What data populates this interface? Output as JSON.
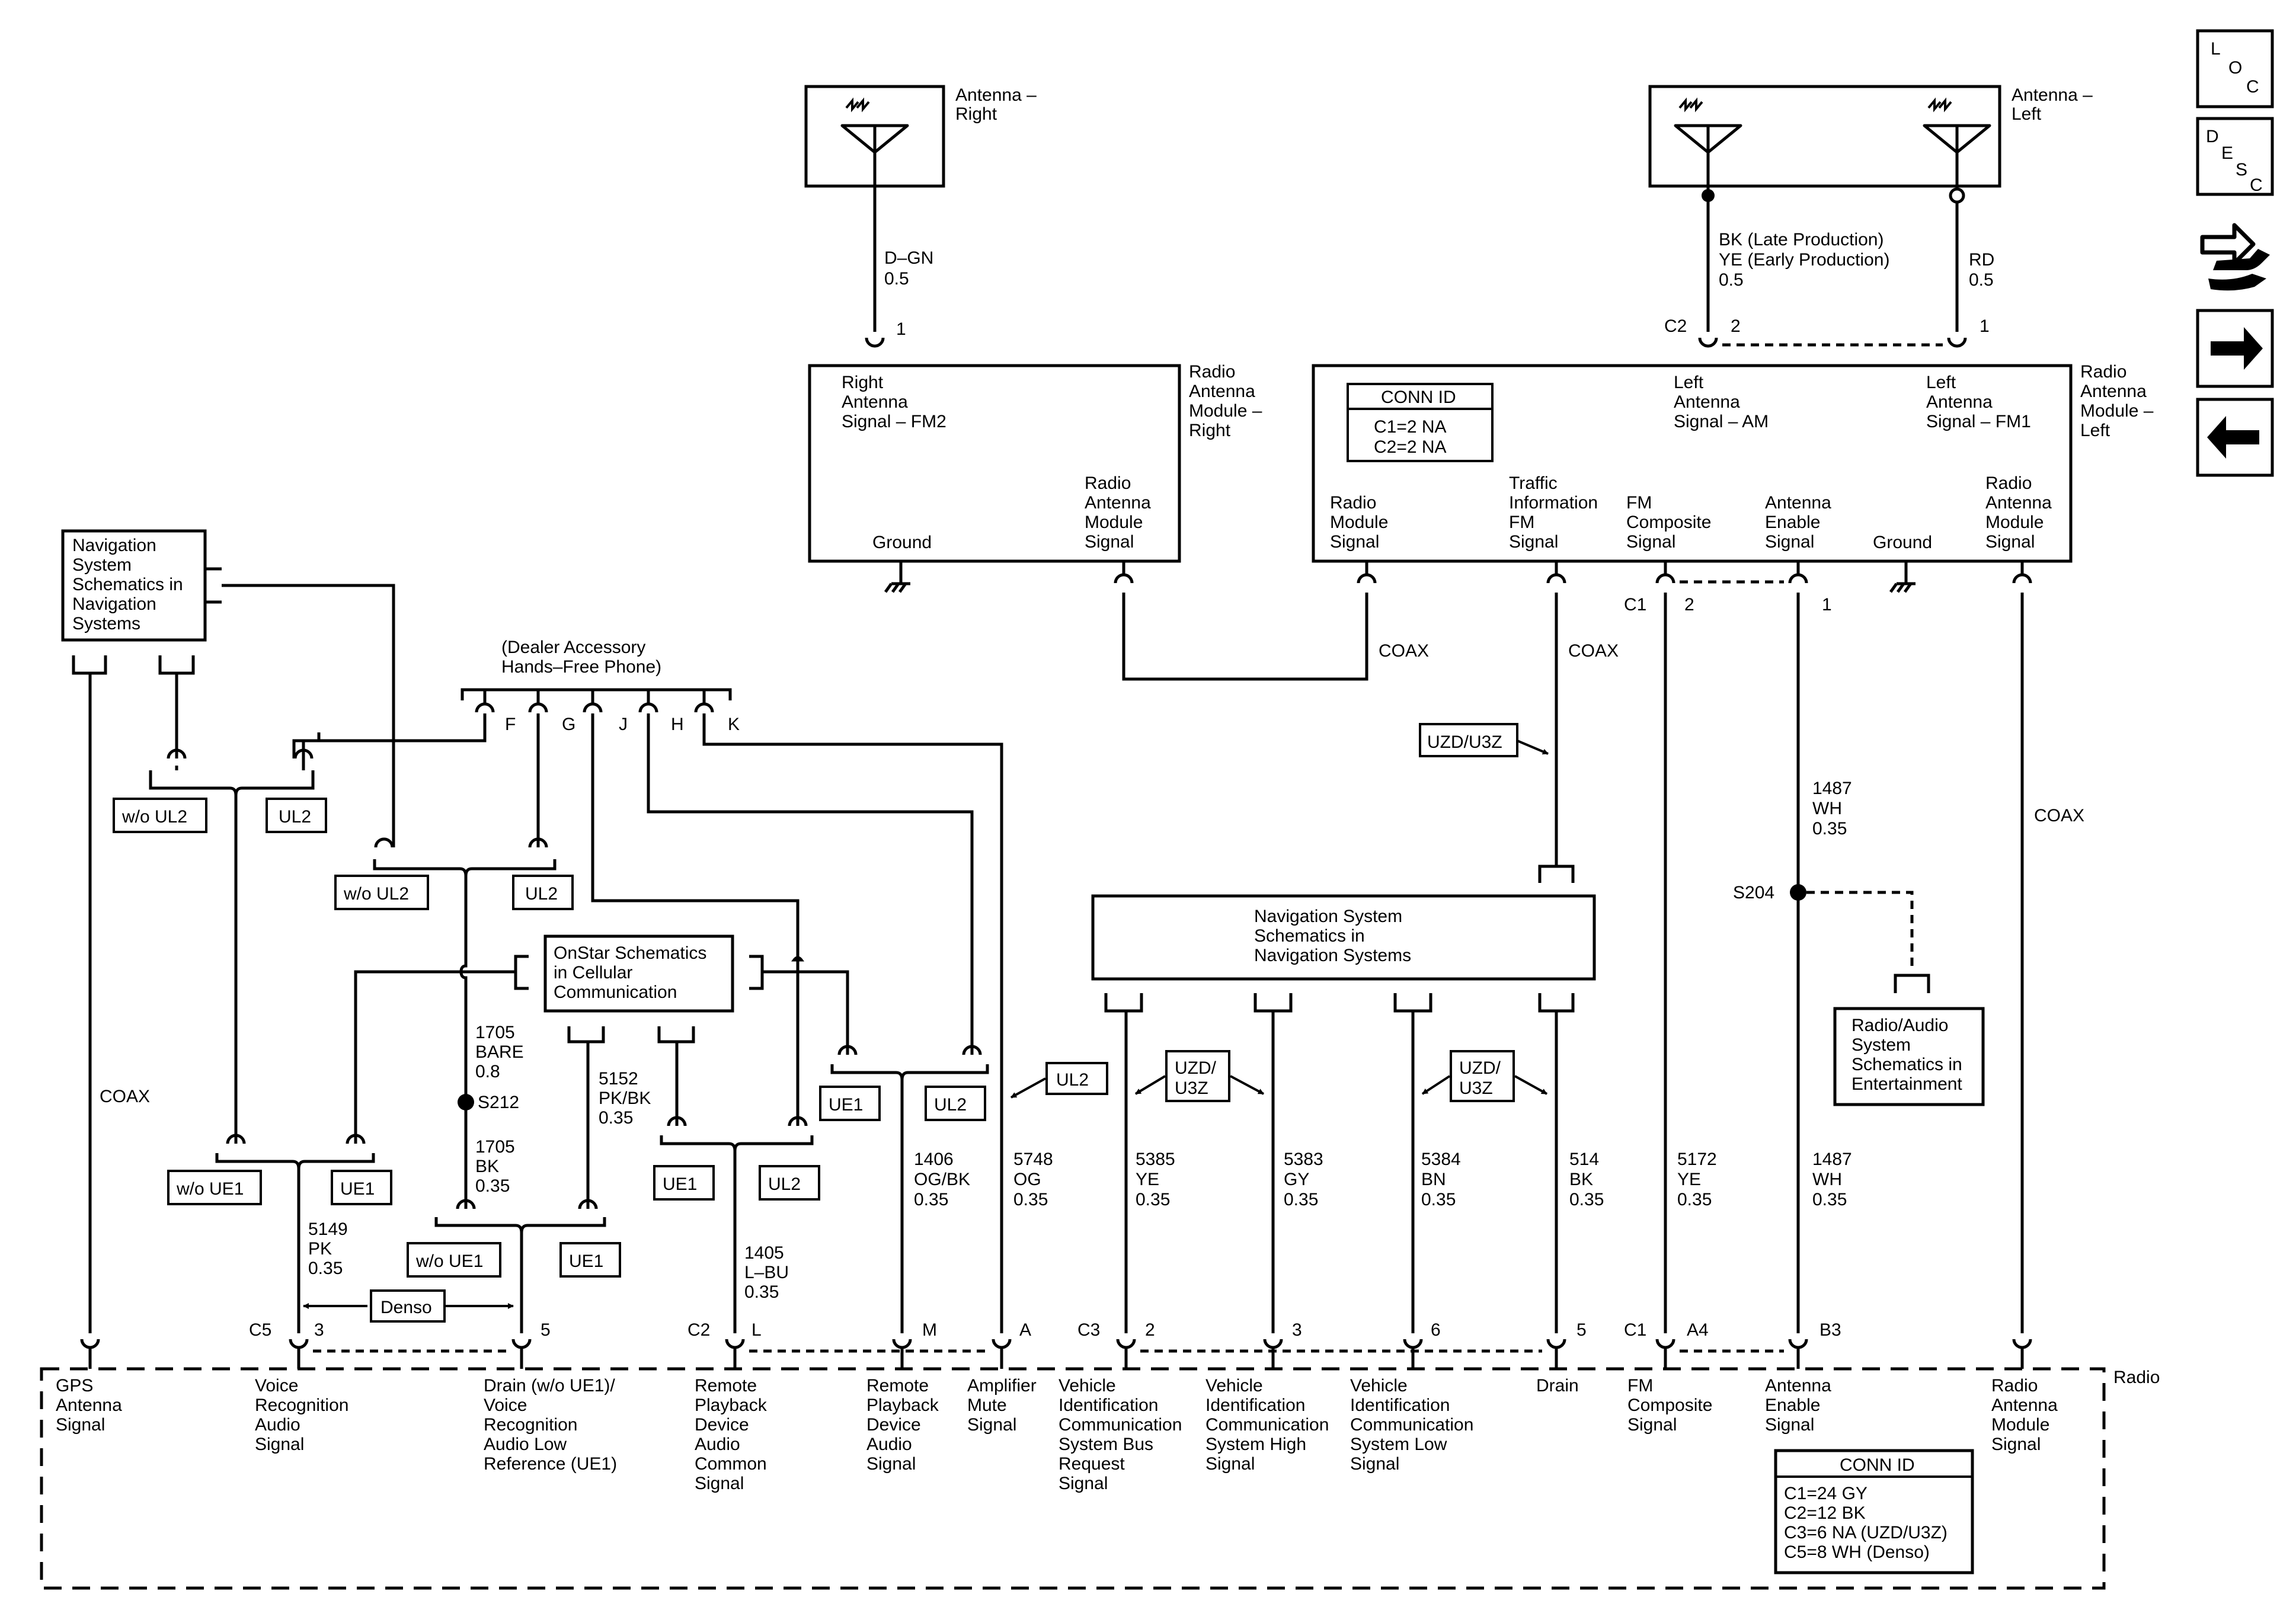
{
  "antenna_right": {
    "label": [
      "Antenna –",
      "Right"
    ],
    "wire_color": "D–GN",
    "wire_size": "0.5",
    "pin": "1"
  },
  "antenna_left": {
    "label": [
      "Antenna –",
      "Left"
    ],
    "wire_am_color": [
      "BK (Late Production)",
      "YE (Early Production)"
    ],
    "wire_am_size": "0.5",
    "wire_fm_color": "RD",
    "wire_fm_size": "0.5",
    "conn": "C2",
    "pin_am": "2",
    "pin_fm": "1"
  },
  "module_right": {
    "title": [
      "Radio",
      "Antenna",
      "Module –",
      "Right"
    ],
    "signal": [
      "Right",
      "Antenna",
      "Signal – FM2"
    ],
    "ground": "Ground",
    "module_signal": [
      "Radio",
      "Antenna",
      "Module",
      "Signal"
    ]
  },
  "module_left": {
    "title": [
      "Radio",
      "Antenna",
      "Module –",
      "Left"
    ],
    "conn_id_title": "CONN ID",
    "conn_id": [
      "C1=2 NA",
      "C2=2 NA"
    ],
    "am_signal": [
      "Left",
      "Antenna",
      "Signal – AM"
    ],
    "fm1_signal": [
      "Left",
      "Antenna",
      "Signal – FM1"
    ],
    "radio_module_signal": [
      "Radio",
      "Module",
      "Signal"
    ],
    "traffic": [
      "Traffic",
      "Information",
      "FM",
      "Signal"
    ],
    "fm_composite": [
      "FM",
      "Composite",
      "Signal"
    ],
    "antenna_enable": [
      "Antenna",
      "Enable",
      "Signal"
    ],
    "ground": "Ground",
    "ram_signal": [
      "Radio",
      "Antenna",
      "Module",
      "Signal"
    ],
    "c1": "C1",
    "pin2": "2",
    "pin1": "1"
  },
  "coax": "COAX",
  "nav_box_left": [
    "Navigation",
    "System",
    "Schematics in",
    "Navigation",
    "Systems"
  ],
  "hands_free": {
    "label": [
      "(Dealer Accessory",
      "Hands–Free Phone)"
    ],
    "pins": [
      "F",
      "G",
      "J",
      "H",
      "K"
    ]
  },
  "onstar_box": [
    "OnStar Schematics",
    "in Cellular",
    "Communication"
  ],
  "nav_box_center": [
    "Navigation System",
    "Schematics in",
    "Navigation Systems"
  ],
  "radio_audio_box": [
    "Radio/Audio",
    "System",
    "Schematics in",
    "Entertainment"
  ],
  "option_tags": {
    "wo_ul2": "w/o UL2",
    "ul2": "UL2",
    "wo_ue1": "w/o UE1",
    "ue1": "UE1",
    "uzd_u3z": "UZD/U3Z",
    "uzd": "UZD/",
    "u3z": "U3Z",
    "denso": "Denso"
  },
  "splices": {
    "s212": "S212",
    "s204": "S204"
  },
  "circuits": {
    "c1705_bare": [
      "1705",
      "BARE",
      "0.8"
    ],
    "c1705_bk": [
      "1705",
      "BK",
      "0.35"
    ],
    "c5152": [
      "5152",
      "PK/BK",
      "0.35"
    ],
    "c5149": [
      "5149",
      "PK",
      "0.35"
    ],
    "c1405": [
      "1405",
      "L–BU",
      "0.35"
    ],
    "c1406": [
      "1406",
      "OG/BK",
      "0.35"
    ],
    "c5748": [
      "5748",
      "OG",
      "0.35"
    ],
    "c5385": [
      "5385",
      "YE",
      "0.35"
    ],
    "c5383": [
      "5383",
      "GY",
      "0.35"
    ],
    "c5384": [
      "5384",
      "BN",
      "0.35"
    ],
    "c514": [
      "514",
      "BK",
      "0.35"
    ],
    "c5172": [
      "5172",
      "YE",
      "0.35"
    ],
    "c1487_top": [
      "1487",
      "WH",
      "0.35"
    ],
    "c1487_bot": [
      "1487",
      "WH",
      "0.35"
    ]
  },
  "radio": {
    "title": "Radio",
    "pins": {
      "c5": "C5",
      "p3": "3",
      "p5": "5",
      "c2": "C2",
      "pL": "L",
      "pM": "M",
      "pA": "A",
      "c3": "C3",
      "p2": "2",
      "p3b": "3",
      "p6": "6",
      "p5b": "5",
      "c1": "C1",
      "pA4": "A4",
      "pB3": "B3"
    },
    "gps": [
      "GPS",
      "Antenna",
      "Signal"
    ],
    "voice": [
      "Voice",
      "Recognition",
      "Audio",
      "Signal"
    ],
    "drain_voice": [
      "Drain (w/o UE1)/",
      "Voice",
      "Recognition",
      "Audio Low",
      "Reference (UE1)"
    ],
    "remote_common": [
      "Remote",
      "Playback",
      "Device",
      "Audio",
      "Common",
      "Signal"
    ],
    "remote_audio": [
      "Remote",
      "Playback",
      "Device",
      "Audio",
      "Signal"
    ],
    "amp_mute": [
      "Amplifier",
      "Mute",
      "Signal"
    ],
    "viccs_bus": [
      "Vehicle",
      "Identification",
      "Communication",
      "System Bus",
      "Request",
      "Signal"
    ],
    "viccs_high": [
      "Vehicle",
      "Identification",
      "Communication",
      "System High",
      "Signal"
    ],
    "viccs_low": [
      "Vehicle",
      "Identification",
      "Communication",
      "System Low",
      "Signal"
    ],
    "drain": "Drain",
    "fm_composite": [
      "FM",
      "Composite",
      "Signal"
    ],
    "antenna_enable": [
      "Antenna",
      "Enable",
      "Signal"
    ],
    "ram_signal": [
      "Radio",
      "Antenna",
      "Module",
      "Signal"
    ],
    "conn_id_title": "CONN ID",
    "conn_id": [
      "C1=24 GY",
      "C2=12 BK",
      "C3=6 NA (UZD/U3Z)",
      "C5=8 WH (Denso)"
    ]
  },
  "side_buttons": {
    "loc": [
      "L",
      "O",
      "C"
    ],
    "desc": [
      "D",
      "E",
      "S",
      "C"
    ]
  }
}
